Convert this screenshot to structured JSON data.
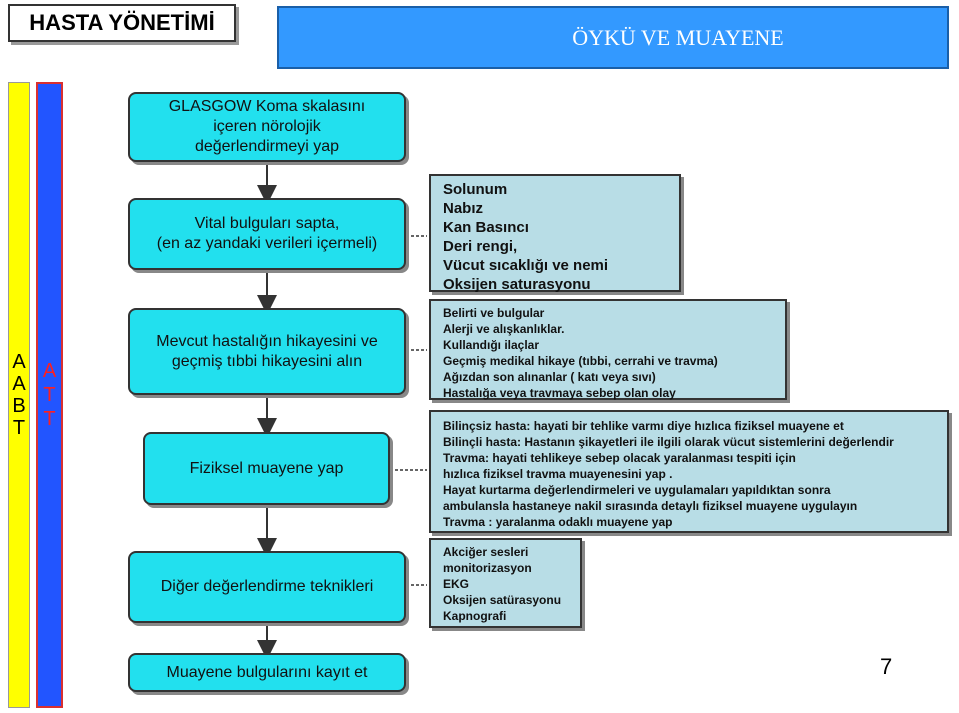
{
  "header": {
    "left_title": "HASTA YÖNETİMİ",
    "right_title": "ÖYKÜ VE MUAYENE"
  },
  "side_bars": {
    "yellow_letters": [
      "A",
      "A",
      "B",
      "T"
    ],
    "blue_letters": [
      "A",
      "T",
      "T"
    ]
  },
  "steps": [
    {
      "lines": [
        "GLASGOW Koma skalasını",
        "içeren nörolojik",
        "değerlendirmeyi yap"
      ]
    },
    {
      "lines": [
        "Vital bulguları sapta,",
        "(en az yandaki verileri içermeli)"
      ]
    },
    {
      "lines": [
        "Mevcut hastalığın hikayesini ve",
        "geçmiş tıbbi hikayesini alın"
      ]
    },
    {
      "lines": [
        "Fiziksel muayene yap"
      ]
    },
    {
      "lines": [
        "Diğer değerlendirme teknikleri"
      ]
    },
    {
      "lines": [
        "Muayene bulgularını kayıt et"
      ]
    }
  ],
  "info_boxes": [
    {
      "lines": [
        "Solunum",
        "Nabız",
        "Kan Basıncı",
        "Deri rengi,",
        "Vücut sıcaklığı ve nemi",
        "Oksijen saturasyonu"
      ]
    },
    {
      "lines": [
        "Belirti ve bulgular",
        "Alerji ve alışkanlıklar.",
        "Kullandığı ilaçlar",
        "Geçmiş  medikal hikaye (tıbbi, cerrahi ve travma)",
        "Ağızdan son alınanlar ( katı veya sıvı)",
        "Hastalığa veya travmaya sebep olan olay"
      ]
    },
    {
      "lines": [
        "Bilinçsiz  hasta: hayati bir tehlike varmı diye hızlıca fiziksel muayene et",
        "Bilinçli hasta: Hastanın şikayetleri ile ilgili olarak vücut sistemlerini değerlendir",
        "Travma: hayati tehlikeye sebep olacak yaralanması tespiti için",
        "hızlıca  fiziksel travma muayenesini yap .",
        "Hayat kurtarma değerlendirmeleri ve uygulamaları yapıldıktan sonra",
        "ambulansla hastaneye nakil sırasında detaylı fiziksel muayene uygulayın",
        "Travma : yaralanma  odaklı muayene yap"
      ]
    },
    {
      "lines": [
        "Akciğer sesleri",
        "monitorizasyon",
        "EKG",
        "Oksijen satürasyonu",
        "Kapnografi"
      ]
    }
  ],
  "page_number": "7",
  "colors": {
    "node_fill": "#22e0ee",
    "info_fill": "#b8dde6",
    "header_blue": "#3399ff",
    "bar_yellow": "#ffff00",
    "bar_blue": "#2255ff",
    "bar_blue_text": "#ff2020"
  }
}
